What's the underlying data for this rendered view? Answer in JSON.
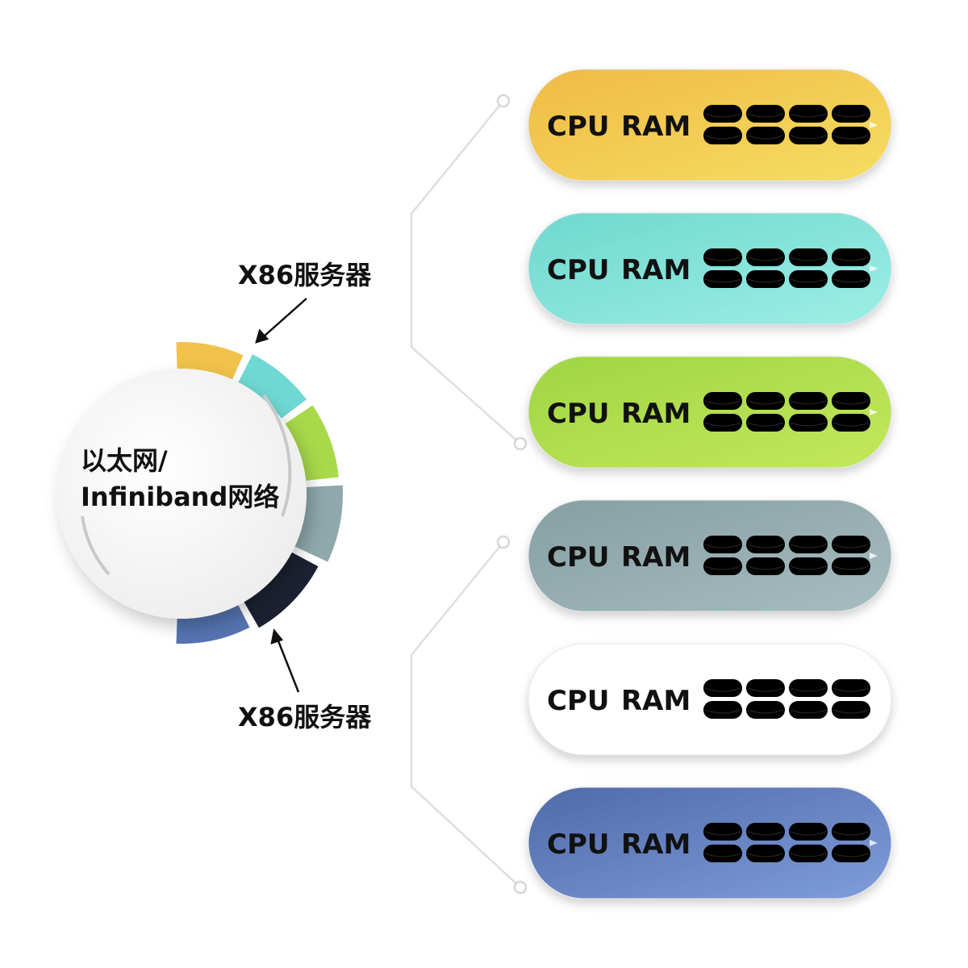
{
  "hub": {
    "label_line1": "以太网/",
    "label_line2": "Infiniband网络",
    "segment_colors": [
      "#f0c24a",
      "#6fd8d2",
      "#a8d94a",
      "#8ea8ac",
      "#1b2130",
      "#5573b0"
    ]
  },
  "callouts": {
    "top": "X86服务器",
    "bottom": "X86服务器"
  },
  "servers": [
    {
      "cpu": "CPU",
      "ram": "RAM",
      "color_from": "#efbb45",
      "color_to": "#f6dd62"
    },
    {
      "cpu": "CPU",
      "ram": "RAM",
      "color_from": "#6fd8ce",
      "color_to": "#9deee6"
    },
    {
      "cpu": "CPU",
      "ram": "RAM",
      "color_from": "#9fd544",
      "color_to": "#c3e85c"
    },
    {
      "cpu": "CPU",
      "ram": "RAM",
      "color_from": "#869fa3",
      "color_to": "#a6bdc0"
    },
    {
      "cpu": "CPU",
      "ram": "RAM",
      "color_from": "#ffffff",
      "color_to": "#ffffff"
    },
    {
      "cpu": "CPU",
      "ram": "RAM",
      "color_from": "#4f6aa8",
      "color_to": "#809ddb"
    }
  ]
}
